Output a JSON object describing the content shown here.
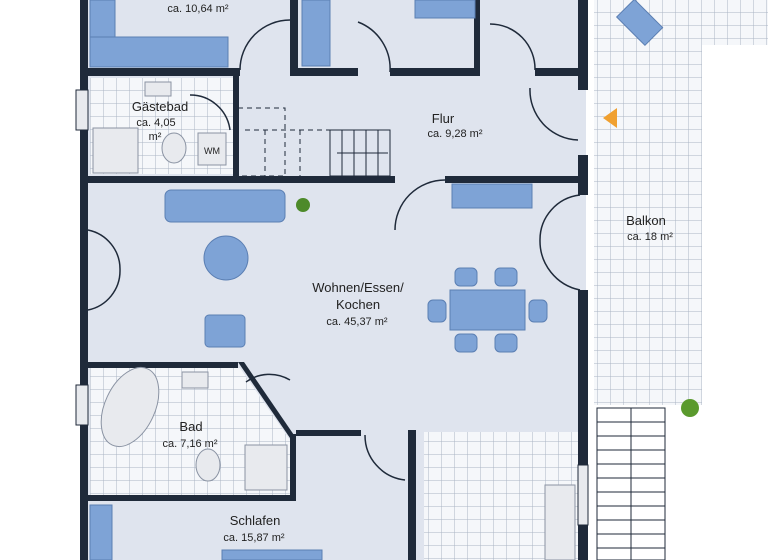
{
  "rooms": {
    "top_left": {
      "area": "ca. 10,64 m²"
    },
    "gaestebad": {
      "name": "Gästebad",
      "area_line1": "ca. 4,05",
      "area_line2": "m²",
      "appliance": "WM"
    },
    "flur": {
      "name": "Flur",
      "area": "ca. 9,28 m²"
    },
    "wohnen": {
      "name_line1": "Wohnen/Essen/",
      "name_line2": "Kochen",
      "area": "ca. 45,37 m²"
    },
    "balkon": {
      "name": "Balkon",
      "area": "ca. 18 m²"
    },
    "bad": {
      "name": "Bad",
      "area": "ca. 7,16 m²"
    },
    "schlafen": {
      "name": "Schlafen",
      "area": "ca. 15,87 m²"
    }
  },
  "colors": {
    "wall": "#1f2a3a",
    "floor": "#dfe4ee",
    "furniture": "#7ea3d6",
    "entrance_marker": "#f0a030"
  }
}
